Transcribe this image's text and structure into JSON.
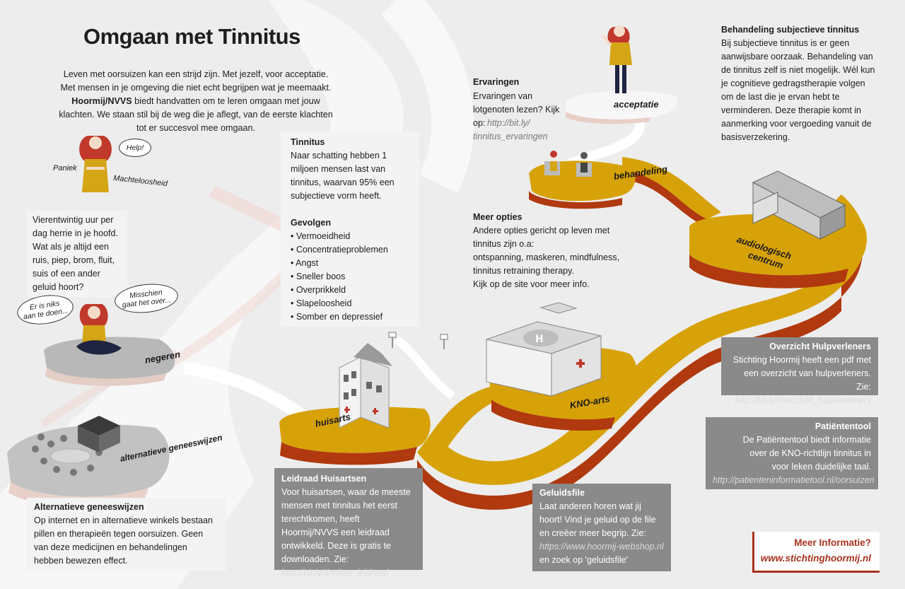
{
  "title": "Omgaan met Tinnitus",
  "intro": {
    "part1": "Leven met oorsuizen kan een strijd zijn. Met jezelf, voor acceptatie. Met mensen in je omgeving die niet echt begrijpen wat je meemaakt.",
    "org": "Hoormij/NVVS",
    "part2": "biedt handvatten om te leren omgaan met jouw klachten. We staan stil bij de weg die je aflegt, van de eerste klachten tot er succesvol mee omgaan."
  },
  "moods": {
    "paniek": "Paniek",
    "machteloosheid": "Machteloosheid",
    "help": "Help!"
  },
  "bubbles": {
    "niks_line1": "Er is niks",
    "niks_line2": "aan te doen...",
    "misschien_line1": "Misschien",
    "misschien_line2": "gaat het over..."
  },
  "herrie": "Vierentwintig uur per dag herrie in je hoofd. Wat als je altijd een ruis, piep, brom, fluit, suis of een ander geluid hoort?",
  "stations": {
    "negeren": "negeren",
    "alternatief": "alternatieve geneeswijzen",
    "huisarts": "huisarts",
    "kno": "KNO-arts",
    "audio_line1": "audiologisch",
    "audio_line2": "centrum",
    "behandeling": "behandeling",
    "acceptatie": "acceptatie"
  },
  "tinnitus": {
    "heading": "Tinnitus",
    "text": "Naar schatting hebben 1 miljoen mensen last van tinnitus, waarvan 95% een subjectieve vorm heeft.",
    "gevolgen_heading": "Gevolgen",
    "gevolgen": [
      "Vermoeidheid",
      "Concentratieproblemen",
      "Angst",
      "Sneller boos",
      "Overprikkeld",
      "Slapeloosheid",
      "Somber en depressief"
    ]
  },
  "ervaringen": {
    "heading": "Ervaringen",
    "text": "Ervaringen van lotgenoten lezen?  Kijk op:",
    "link1": "http://bit.ly/",
    "link2": "tinnitus_ervaringen"
  },
  "subjectief": {
    "heading": "Behandeling subjectieve tinnitus",
    "text": "Bij subjectieve tinnitus is er geen aanwijsbare oorzaak. Behandeling van de tinnitus zelf is niet mogelijk. Wél kun je cognitieve gedragstherapie volgen om de last die je ervan hebt te verminderen. Deze therapie komt in aanmerking voor vergoeding vanuit de basisverzekering."
  },
  "opties": {
    "heading": "Meer opties",
    "line1": "Andere opties gericht op leven met",
    "line2": "tinnitus zijn o.a:",
    "line3": "ontspanning, maskeren, mindfulness,",
    "line4": "tinnitus retraining therapy.",
    "line5": "Kijk op de site voor meer info."
  },
  "hulpverleners": {
    "heading": "Overzicht Hulpverleners",
    "text": "Stichting Hoormij heeft een pdf met een overzicht van hulpverleners. Zie:",
    "link": "http://bit.ly/overzicht_hulpverleners"
  },
  "patiententool": {
    "heading": "Patiëntentool",
    "text": "De Patiëntentool biedt informatie over de KNO-richtlijn tinnitus in voor leken duidelijke taal.",
    "link": "http://patienteninformatietool.nl/oorsuizen"
  },
  "leidraad": {
    "heading": "Leidraad Huisartsen",
    "text": "Voor huisartsen, waar de meeste mensen met tinnitus  het eerst terechtkomen, heeft Hoormij/NVVS een leidraad ontwikkeld. Deze is gratis te downloaden. Zie:",
    "link": "http://bit.ly/tinnitus_leidraad"
  },
  "geluidsfile": {
    "heading": "Geluidsfile",
    "text": "Laat anderen horen wat jij hoort! Vind je geluid op de file en creëer meer begrip. Zie:",
    "link": "https://www.hoormij-webshop.nl",
    "text2": "en zoek op 'geluidsfile'"
  },
  "alternatief_box": {
    "heading": "Alternatieve geneeswijzen",
    "text": "Op internet en in alternatieve winkels bestaan pillen en therapieën tegen oorsuizen. Geen van deze medicijnen en behandelingen hebben bewezen effect."
  },
  "meer_info": {
    "question": "Meer Informatie?",
    "website": "www.stichtinghoormij.nl"
  },
  "colors": {
    "path_gold": "#d7a208",
    "path_side": "#b0390f",
    "grey_platform": "#b5b5b5",
    "info_grey": "#8a8a8a",
    "accent_red": "#a8321c",
    "hair": "#c0392b",
    "shirt": "#d4a514"
  }
}
